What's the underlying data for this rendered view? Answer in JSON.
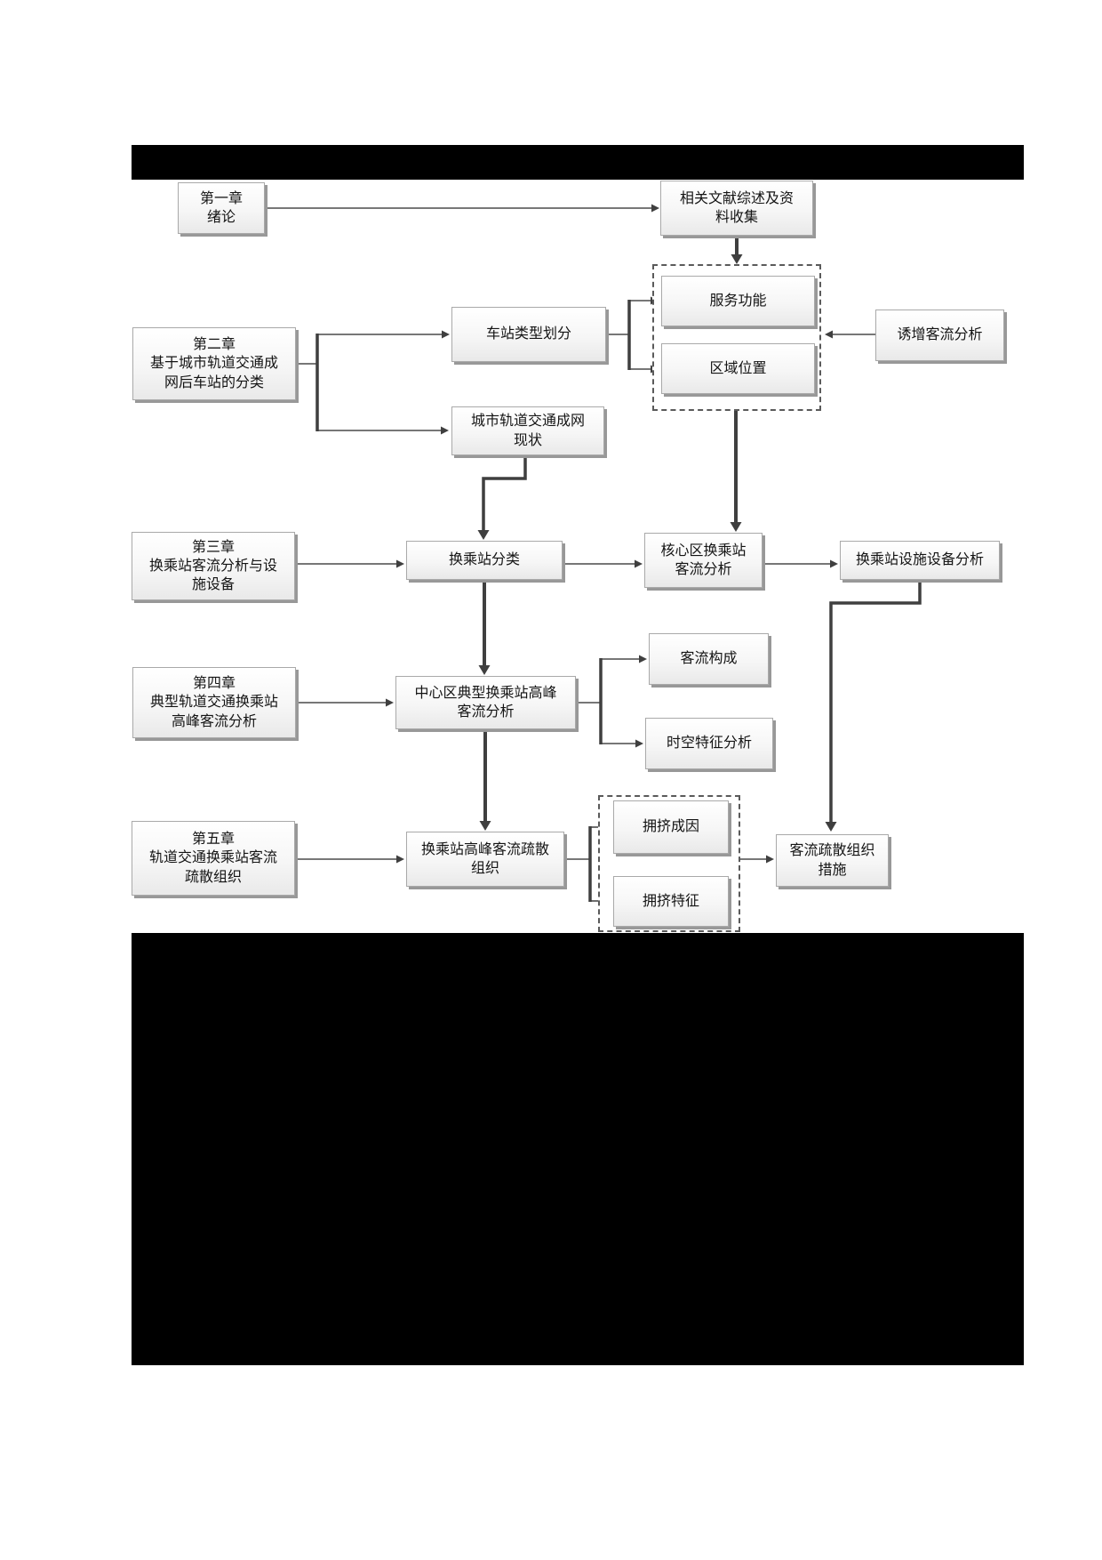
{
  "diagram": {
    "title_redacted": true,
    "nodes": {
      "chapter1": {
        "label": "第一章\n绪论"
      },
      "literature": {
        "label": "相关文献综述及资\n料收集"
      },
      "station_type": {
        "label": "车站类型划分"
      },
      "service_function": {
        "label": "服务功能"
      },
      "regional_location": {
        "label": "区域位置"
      },
      "induced_flow": {
        "label": "诱增客流分析"
      },
      "chapter2": {
        "label": "第二章\n基于城市轨道交通成\n网后车站的分类"
      },
      "network_status": {
        "label": "城市轨道交通成网\n现状"
      },
      "chapter3": {
        "label": "第三章\n换乘站客流分析与设\n施设备"
      },
      "transfer_classification": {
        "label": "换乘站分类"
      },
      "core_flow_analysis": {
        "label": "核心区换乘站\n客流分析"
      },
      "facility_analysis": {
        "label": "换乘站设施设备分析"
      },
      "chapter4": {
        "label": "第四章\n典型轨道交通换乘站\n高峰客流分析"
      },
      "peak_flow_analysis": {
        "label": "中心区典型换乘站高峰\n客流分析"
      },
      "flow_composition": {
        "label": "客流构成"
      },
      "spatiotemporal_features": {
        "label": "时空特征分析"
      },
      "chapter5": {
        "label": "第五章\n轨道交通换乘站客流\n疏散组织"
      },
      "evacuation_organization": {
        "label": "换乘站高峰客流疏散\n组织"
      },
      "congestion_causes": {
        "label": "拥挤成因"
      },
      "congestion_features": {
        "label": "拥挤特征"
      },
      "evacuation_measures": {
        "label": "客流疏散组织\n措施"
      }
    },
    "colors": {
      "redaction": "#000000",
      "connector": "#3f3f3f",
      "node_border": "#a9a9a9",
      "node_background": "#f2f2f2",
      "dashed_border": "#5a5a5a",
      "text": "#141414"
    }
  }
}
